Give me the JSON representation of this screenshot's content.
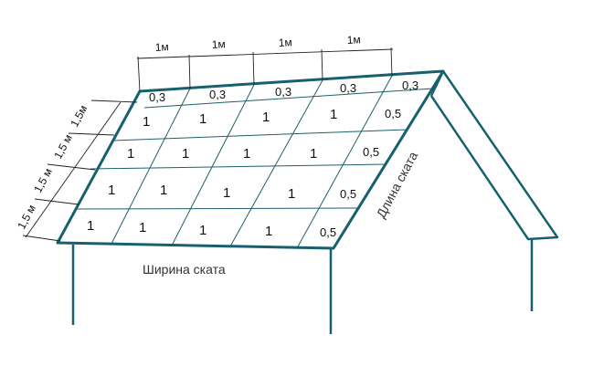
{
  "colors": {
    "structure": "#17606e",
    "grid": "#1f5f6c",
    "dimension": "#222222",
    "text": "#111111"
  },
  "dimensions": {
    "width_labels": [
      "1м",
      "1м",
      "1м",
      "1м"
    ],
    "height_labels": [
      "1,5м",
      "1,5 м",
      "1,5 м",
      "1,5 м"
    ]
  },
  "roof": {
    "top_row": [
      "0,3",
      "0,3",
      "0,3",
      "0,3",
      "0,3"
    ],
    "rows": [
      [
        "1",
        "1",
        "1",
        "1",
        "0,5"
      ],
      [
        "1",
        "1",
        "1",
        "1",
        "0,5"
      ],
      [
        "1",
        "1",
        "1",
        "1",
        "0,5"
      ],
      [
        "1",
        "1",
        "1",
        "1",
        "0,5"
      ]
    ],
    "width_caption": "Ширина ската",
    "length_caption": "Длина ската"
  }
}
